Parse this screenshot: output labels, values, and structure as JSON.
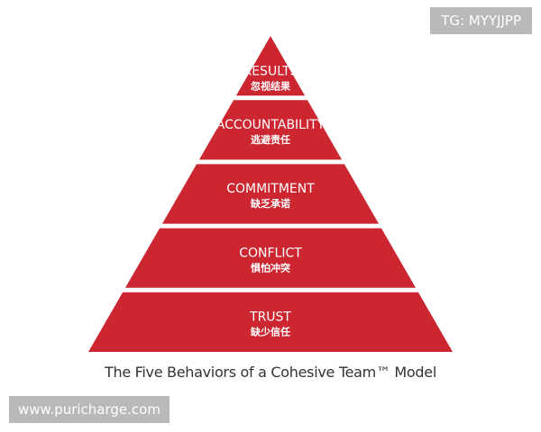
{
  "colors": {
    "tier_fill": "#cc2631",
    "tier_text": "#ffffff",
    "caption_text": "#333333",
    "watermark_bg": "#b9b9b9"
  },
  "pyramid": {
    "tiers": [
      {
        "en": "RESULTS",
        "zh": "忽视结果"
      },
      {
        "en": "ACCOUNTABILITY",
        "zh": "逃避责任"
      },
      {
        "en": "COMMITMENT",
        "zh": "缺乏承诺"
      },
      {
        "en": "CONFLICT",
        "zh": "惧怕冲突"
      },
      {
        "en": "TRUST",
        "zh": "缺少信任"
      }
    ]
  },
  "caption": "The Five Behaviors of a Cohesive Team™ Model",
  "watermarks": {
    "top": "TG: MYYJJPP",
    "bottom": "www.puricharge.com"
  }
}
